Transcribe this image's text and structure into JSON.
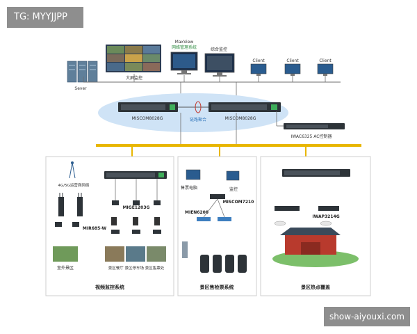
{
  "watermark_top": "TG: MYYJJPP",
  "watermark_bottom": "show-aiyouxi.com",
  "top": {
    "server": "Sever",
    "video_wall": "大屏监控",
    "maxview_line1": "MaxView",
    "maxview_line2": "网络管理系统",
    "monitor": "综合监控",
    "client1": "Client",
    "client2": "Client",
    "client3": "Client"
  },
  "core": {
    "switch_left": "MISCOM8028G",
    "switch_right": "MISCOM8028G",
    "link_label": "链路聚合",
    "ac_controller": "IWAC6325 AC控制器"
  },
  "panels": {
    "video": {
      "title": "视频监控系统",
      "wireless": "4G/5G运营商网络",
      "router": "MIR685-W",
      "switch": "MIGE1203G",
      "outdoor": "室外景区",
      "places": "景区餐厅 景区停车场 景区售票处"
    },
    "ticket": {
      "title": "景区售检票系统",
      "pc1": "售票电脑",
      "pc2": "监控",
      "switch_top": "MISCOM7210",
      "switch_left": "MIEN6208"
    },
    "wifi": {
      "title": "景区热点覆盖",
      "ap": "IWAP3214G"
    }
  },
  "colors": {
    "backbone": "#e8b600",
    "ellipse": "#cfe3f6",
    "line": "#3d7ebf"
  }
}
